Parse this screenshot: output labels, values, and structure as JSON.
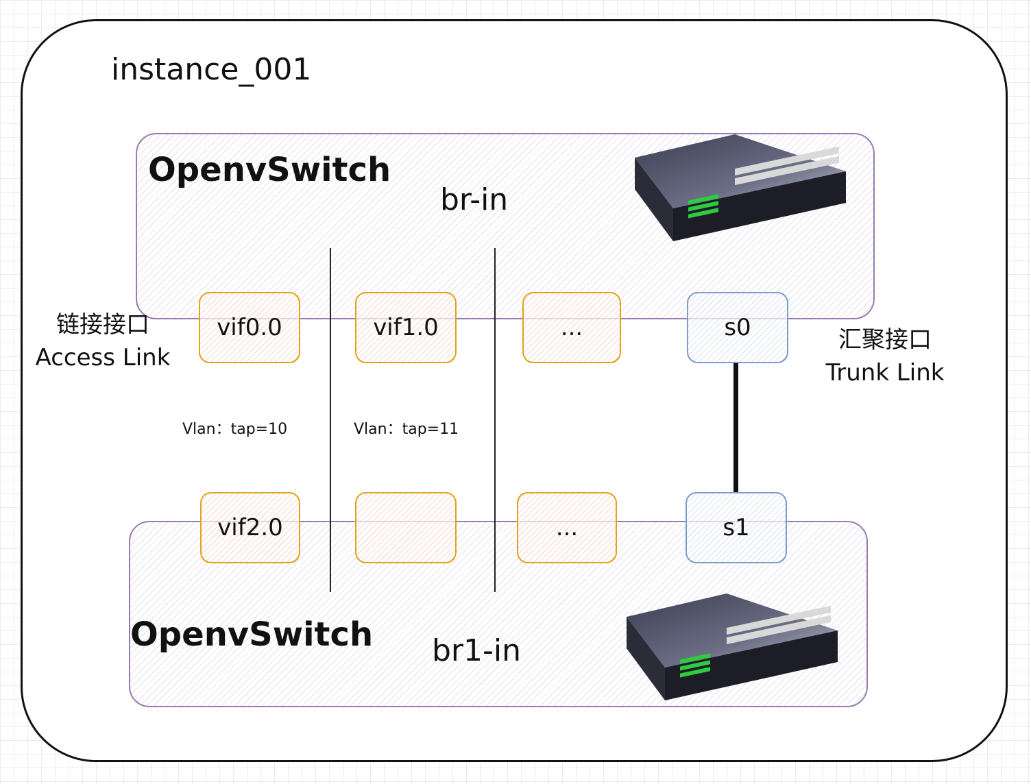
{
  "instance": {
    "title": "instance_001"
  },
  "bridges": {
    "top": {
      "product": "OpenvSwitch",
      "name": "br-in"
    },
    "bottom": {
      "product": "OpenvSwitch",
      "name": "br1-in"
    }
  },
  "ports": {
    "top": [
      "vif0.0",
      "vif1.0",
      "...",
      "s0"
    ],
    "bottom": [
      "vif2.0",
      "",
      "...",
      "s1"
    ]
  },
  "labels": {
    "access_cn": "链接接口",
    "access_en": "Access Link",
    "trunk_cn": "汇聚接口",
    "trunk_en": "Trunk Link",
    "vlan_1": "Vlan：tap=10",
    "vlan_2": "Vlan：tap=11"
  },
  "colors": {
    "bridge_border": "#9a7ab2",
    "access_port_border": "#e0a21b",
    "trunk_port_border": "#7b9ccc",
    "link_line": "#111111"
  },
  "icons": {
    "switch": "network-switch-icon"
  }
}
